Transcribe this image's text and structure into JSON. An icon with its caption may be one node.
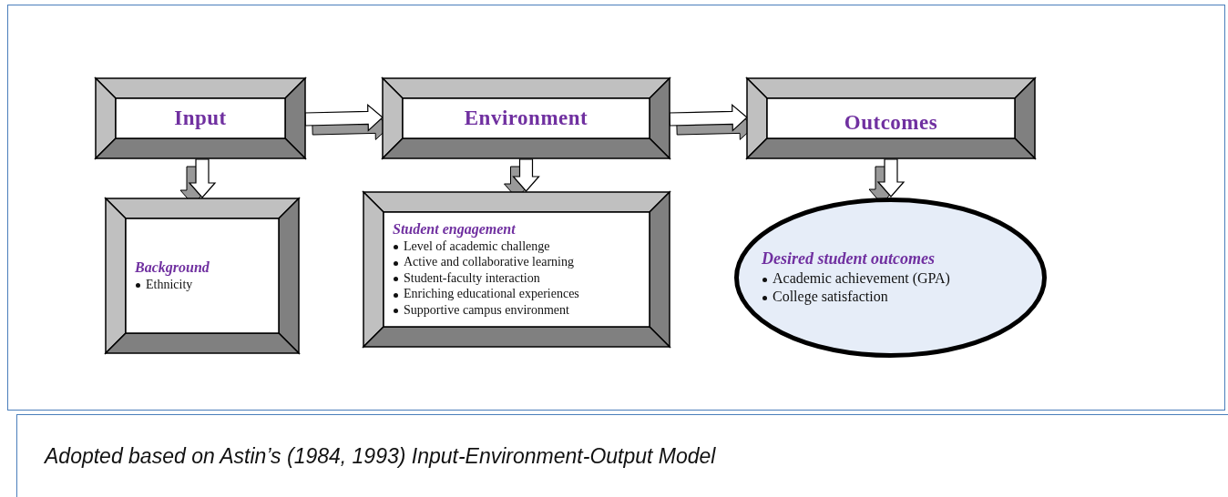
{
  "diagram": {
    "caption": "Adopted based on Astin’s (1984, 1993) Input-Environment-Output Model",
    "nodes": [
      {
        "text": [
          "Input"
        ]
      },
      {
        "text": [
          "Environment"
        ]
      },
      {
        "text": [
          "Outcomes"
        ]
      },
      {
        "text": [
          "Background",
          "Ethnicity"
        ]
      },
      {
        "text": [
          "Student engagement",
          "Level of academic challenge",
          "Active and collaborative learning",
          "Student-faculty interaction",
          "Enriching educational experiences",
          "Supportive campus environment"
        ]
      },
      {
        "text": [
          "Desired student outcomes",
          "Academic achievement (GPA)",
          "College satisfaction"
        ]
      }
    ],
    "edges": [
      {
        "from": 0,
        "to": 1,
        "arrow": "to"
      },
      {
        "from": 1,
        "to": 2,
        "arrow": "to"
      },
      {
        "from": 0,
        "to": 3,
        "arrow": "to"
      },
      {
        "from": 1,
        "to": 4,
        "arrow": "to"
      },
      {
        "from": 2,
        "to": 5,
        "arrow": "to"
      }
    ]
  }
}
